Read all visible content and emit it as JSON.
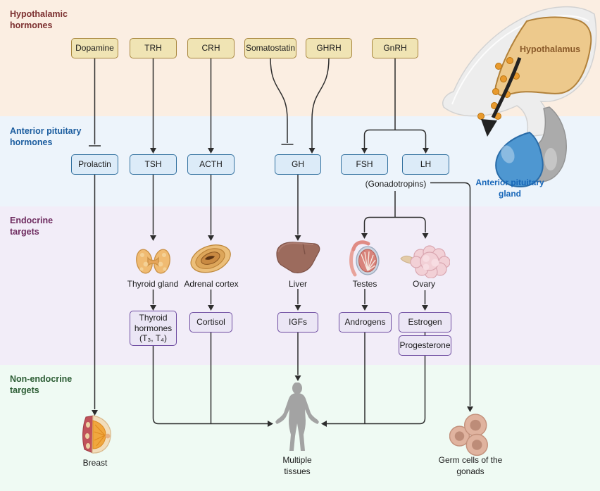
{
  "section_labels": {
    "hypothalamic": "Hypothalamic hormones",
    "anterior_pituitary": "Anterior pituitary hormones",
    "endocrine": "Endocrine targets",
    "non_endocrine": "Non-endocrine targets"
  },
  "hypothalamic_hormones": [
    "Dopamine",
    "TRH",
    "CRH",
    "Somatostatin",
    "GHRH",
    "GnRH"
  ],
  "pituitary_hormones": [
    "Prolactin",
    "TSH",
    "ACTH",
    "GH",
    "FSH",
    "LH"
  ],
  "gonadotropins_label": "(Gonadotropins)",
  "endocrine_organs": [
    "Thyroid gland",
    "Adrenal cortex",
    "Liver",
    "Testes",
    "Ovary"
  ],
  "endocrine_hormones": [
    "Thyroid hormones (T₃, T₄)",
    "Cortisol",
    "IGFs",
    "Androgens",
    "Estrogen",
    "Progesterone"
  ],
  "non_endocrine_targets": [
    "Breast",
    "Multiple tissues",
    "Germ cells of the gonads"
  ],
  "illustration": {
    "hypothalamus_label": "Hypothalamus",
    "anterior_pituitary_label": "Anterior pituitary gland"
  },
  "colors": {
    "band_hypothalamic": "#fbeee2",
    "band_pituitary": "#edf4fb",
    "band_endocrine": "#f2edf8",
    "band_non_endocrine": "#effaf3",
    "box_tan_fill": "#f0e4b4",
    "box_tan_border": "#a8873e",
    "box_blue_fill": "#dcebf8",
    "box_blue_border": "#31709f",
    "box_purple_fill": "#ebe6f5",
    "box_purple_border": "#6d4ba0",
    "label_hypothalamic": "#7c3030",
    "label_pituitary": "#1c5d9f",
    "label_endocrine": "#6d2a5e",
    "label_non_endocrine": "#2b5c33",
    "connector_line": "#2d2d2d"
  }
}
